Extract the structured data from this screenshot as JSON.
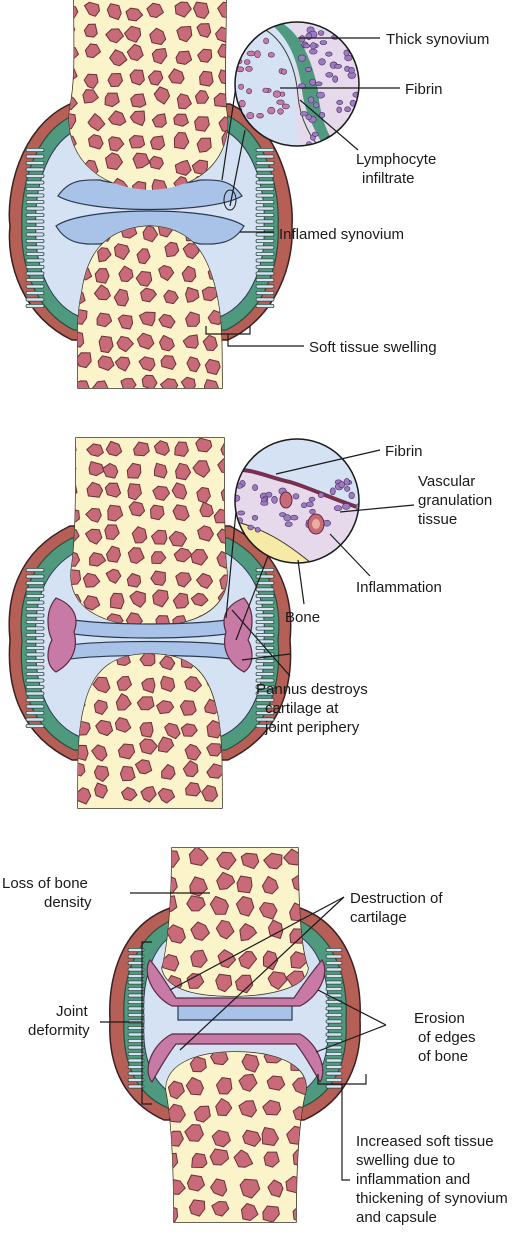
{
  "colors": {
    "bone_outer": "#f7eaa6",
    "bone_stroke": "#3a3020",
    "marrow_bg": "#fbf3c9",
    "marrow_cell": "#c96a78",
    "cartilage": "#a9c3e8",
    "joint_fluid": "#d4e2f4",
    "synovium": "#4f9a7f",
    "capsule": "#b55f56",
    "pannus": "#c77aa6",
    "lymphocyte": "#9d7bc1"
  },
  "panel1": {
    "labels": {
      "thick_synovium": "Thick synovium",
      "fibrin": "Fibrin",
      "lymphocyte_line1": "Lymphocyte",
      "lymphocyte_line2": "infiltrate",
      "inflamed_synovium": "Inflamed synovium",
      "soft_tissue_swelling": "Soft tissue swelling"
    }
  },
  "panel2": {
    "labels": {
      "fibrin": "Fibrin",
      "vascular_line1": "Vascular",
      "vascular_line2": "granulation",
      "vascular_line3": "tissue",
      "inflammation": "Inflammation",
      "bone": "Bone",
      "pannus_line1": "Pannus destroys",
      "pannus_line2": "cartilage at",
      "pannus_line3": "joint periphery"
    }
  },
  "panel3": {
    "labels": {
      "loss_line1": "Loss of bone",
      "loss_line2": "density",
      "destruction_line1": "Destruction of",
      "destruction_line2": "cartilage",
      "joint_line1": "Joint",
      "joint_line2": "deformity",
      "erosion_line1": "Erosion",
      "erosion_line2": "of edges",
      "erosion_line3": "of bone",
      "increased_line1": "Increased soft tissue",
      "increased_line2": "swelling due to",
      "increased_line3": "inflammation and",
      "increased_line4": "thickening of synovium",
      "increased_line5": "and capsule"
    }
  }
}
